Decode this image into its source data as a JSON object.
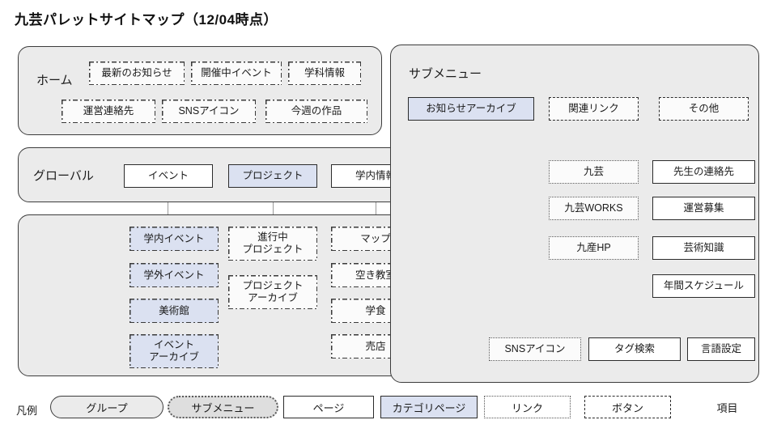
{
  "title": "九芸パレットサイトマップ（12/04時点）",
  "groups": {
    "home": {
      "label": "ホーム"
    },
    "global": {
      "label": "グローバル"
    },
    "pages": {
      "label": ""
    },
    "submenu": {
      "label": "サブメニュー"
    }
  },
  "home_nodes": [
    {
      "label": "最新のお知らせ",
      "style": "item"
    },
    {
      "label": "開催中イベント",
      "style": "item"
    },
    {
      "label": "学科情報",
      "style": "item"
    },
    {
      "label": "運営連絡先",
      "style": "item"
    },
    {
      "label": "SNSアイコン",
      "style": "item"
    },
    {
      "label": "今週の作品",
      "style": "item"
    }
  ],
  "global_nodes": [
    {
      "label": "イベント",
      "style": "page"
    },
    {
      "label": "プロジェクト",
      "style": "category"
    },
    {
      "label": "学内情報",
      "style": "page"
    }
  ],
  "event_children": [
    {
      "label": "学内イベント",
      "style": "item-blue"
    },
    {
      "label": "学外イベント",
      "style": "item-blue"
    },
    {
      "label": "美術館",
      "style": "item-blue"
    },
    {
      "label": "イベント\nアーカイブ",
      "style": "item-blue"
    }
  ],
  "project_children": [
    {
      "label": "進行中\nプロジェクト",
      "style": "item"
    },
    {
      "label": "プロジェクト\nアーカイブ",
      "style": "item"
    }
  ],
  "campus_children": [
    {
      "label": "マップ",
      "style": "item"
    },
    {
      "label": "空き教室",
      "style": "item"
    },
    {
      "label": "学食",
      "style": "item"
    },
    {
      "label": "売店",
      "style": "item"
    }
  ],
  "submenu_top": [
    {
      "label": "お知らせアーカイブ",
      "style": "category"
    },
    {
      "label": "関連リンク",
      "style": "button"
    },
    {
      "label": "その他",
      "style": "button"
    }
  ],
  "submenu_links": [
    {
      "label": "九芸",
      "style": "link"
    },
    {
      "label": "九芸WORKS",
      "style": "link"
    },
    {
      "label": "九産HP",
      "style": "link"
    }
  ],
  "submenu_other": [
    {
      "label": "先生の連絡先",
      "style": "page"
    },
    {
      "label": "運営募集",
      "style": "page"
    },
    {
      "label": "芸術知識",
      "style": "page"
    },
    {
      "label": "年間スケジュール",
      "style": "page"
    }
  ],
  "submenu_bottom": [
    {
      "label": "SNSアイコン",
      "style": "link"
    },
    {
      "label": "タグ検索",
      "style": "page"
    },
    {
      "label": "言語設定",
      "style": "page"
    }
  ],
  "legend": {
    "label": "凡例",
    "items": [
      {
        "label": "グループ",
        "style": "group"
      },
      {
        "label": "サブメニュー",
        "style": "submenu"
      },
      {
        "label": "ページ",
        "style": "page"
      },
      {
        "label": "カテゴリページ",
        "style": "category"
      },
      {
        "label": "リンク",
        "style": "link"
      },
      {
        "label": "ボタン",
        "style": "button"
      },
      {
        "label": "項目",
        "style": "item"
      }
    ]
  },
  "colors": {
    "group_fill": "#ebebeb",
    "category_fill": "#dbe1f1",
    "node_border": "#2b2b2b",
    "connector": "#9a9a9a",
    "page_fill": "#ffffff"
  }
}
